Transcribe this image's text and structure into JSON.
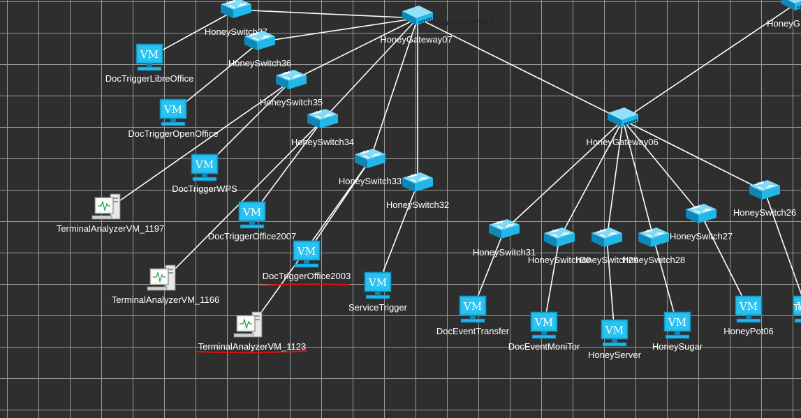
{
  "diagram": {
    "nodes": [
      {
        "id": "gw07",
        "label": "HoneyGateway07",
        "type": "gateway"
      },
      {
        "id": "gw06",
        "label": "HoneyGateway06",
        "type": "gateway"
      },
      {
        "id": "gwX",
        "label": "HoneyG",
        "type": "gateway"
      },
      {
        "id": "sw37",
        "label": "HoneySwitch37",
        "type": "switch"
      },
      {
        "id": "sw36",
        "label": "HoneySwitch36",
        "type": "switch"
      },
      {
        "id": "sw35",
        "label": "HoneySwitch35",
        "type": "switch"
      },
      {
        "id": "sw34",
        "label": "HoneySwitch34",
        "type": "switch"
      },
      {
        "id": "sw33",
        "label": "HoneySwitch33",
        "type": "switch"
      },
      {
        "id": "sw32",
        "label": "HoneySwitch32",
        "type": "switch"
      },
      {
        "id": "sw31",
        "label": "HoneySwitch31",
        "type": "switch"
      },
      {
        "id": "sw30",
        "label": "HoneySwitch30",
        "type": "switch"
      },
      {
        "id": "sw29",
        "label": "HoneySwitch29",
        "type": "switch"
      },
      {
        "id": "sw28",
        "label": "HoneySwitch28",
        "type": "switch"
      },
      {
        "id": "sw27",
        "label": "HoneySwitch27",
        "type": "switch"
      },
      {
        "id": "sw26",
        "label": "HoneySwitch26",
        "type": "switch"
      },
      {
        "id": "vmLibre",
        "label": "DocTriggerLibreOffice",
        "type": "vm"
      },
      {
        "id": "vmOpen",
        "label": "DocTriggerOpenOffice",
        "type": "vm"
      },
      {
        "id": "vmWPS",
        "label": "DocTriggerWPS",
        "type": "vm"
      },
      {
        "id": "vm2007",
        "label": "DocTriggerOffice2007",
        "type": "vm"
      },
      {
        "id": "vm2003",
        "label": "DocTriggerOffice2003",
        "type": "vm"
      },
      {
        "id": "vmService",
        "label": "ServiceTrigger",
        "type": "vm"
      },
      {
        "id": "vmTransfer",
        "label": "DocEventTransfer",
        "type": "vm"
      },
      {
        "id": "vmMoni",
        "label": "DocEventMoniTor",
        "type": "vm"
      },
      {
        "id": "vmServer",
        "label": "HoneyServer",
        "type": "vm"
      },
      {
        "id": "vmSugar",
        "label": "HoneySugar",
        "type": "vm"
      },
      {
        "id": "vmPot",
        "label": "HoneyPot06",
        "type": "vm"
      },
      {
        "id": "vmEdge",
        "label": "To",
        "type": "vm"
      },
      {
        "id": "ta1197",
        "label": "TerminalAnalyzerVM_1197",
        "type": "terminal"
      },
      {
        "id": "ta1166",
        "label": "TerminalAnalyzerVM_1166",
        "type": "terminal"
      },
      {
        "id": "ta1123",
        "label": "TerminalAnalyzerVM_1123",
        "type": "terminal"
      }
    ],
    "links": [
      [
        "gw07",
        "sw37"
      ],
      [
        "gw07",
        "sw36"
      ],
      [
        "gw07",
        "sw35"
      ],
      [
        "gw07",
        "sw34"
      ],
      [
        "gw07",
        "sw33"
      ],
      [
        "gw07",
        "sw32"
      ],
      [
        "gw07",
        "gw06"
      ],
      [
        "sw37",
        "vmLibre"
      ],
      [
        "sw36",
        "vmOpen"
      ],
      [
        "sw35",
        "vmWPS"
      ],
      [
        "sw35",
        "ta1197"
      ],
      [
        "sw34",
        "vm2007"
      ],
      [
        "sw34",
        "ta1166"
      ],
      [
        "sw33",
        "vm2003"
      ],
      [
        "sw33",
        "ta1123"
      ],
      [
        "sw32",
        "vmService"
      ],
      [
        "gw06",
        "gwX"
      ],
      [
        "gw06",
        "sw31"
      ],
      [
        "gw06",
        "sw30"
      ],
      [
        "gw06",
        "sw29"
      ],
      [
        "gw06",
        "sw28"
      ],
      [
        "gw06",
        "sw27"
      ],
      [
        "gw06",
        "sw26"
      ],
      [
        "sw31",
        "vmTransfer"
      ],
      [
        "sw30",
        "vmMoni"
      ],
      [
        "sw29",
        "vmServer"
      ],
      [
        "sw28",
        "vmSugar"
      ],
      [
        "sw27",
        "vmPot"
      ],
      [
        "sw26",
        "vmEdge"
      ]
    ],
    "tooltip": "Ounee for HTML5",
    "vm_badge": "VM",
    "icon_colors": {
      "device": "#1fb8e8",
      "device_dark": "#0b6e99",
      "highlight": "#e01010"
    }
  }
}
